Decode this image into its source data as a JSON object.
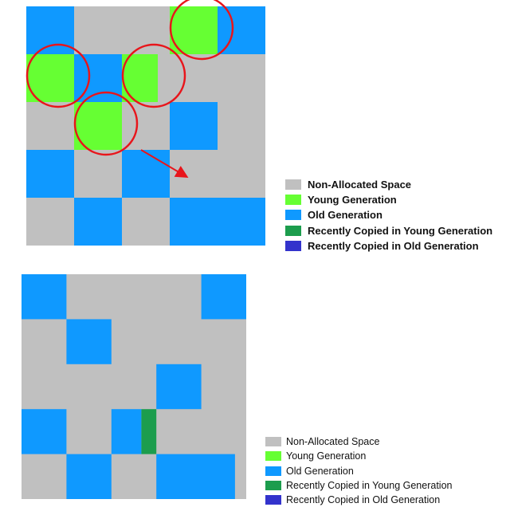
{
  "colors": {
    "non_allocated": "#c0c0c0",
    "young": "#66ff33",
    "old": "#0f99ff",
    "copied_young": "#1c9d4d",
    "copied_old": "#3333cc",
    "highlight": "#e8151b"
  },
  "legend": [
    {
      "key": "non_allocated",
      "label": "Non-Allocated Space"
    },
    {
      "key": "young",
      "label": "Young Generation"
    },
    {
      "key": "old",
      "label": "Old Generation"
    },
    {
      "key": "copied_young",
      "label": "Recently Copied in Young Generation"
    },
    {
      "key": "copied_old",
      "label": "Recently Copied in Old Generation"
    }
  ],
  "top_diagram": {
    "grid_columns": 5,
    "grid_rows": 5,
    "blocks": [
      {
        "type": "old",
        "col": 0,
        "row": 0
      },
      {
        "type": "young",
        "col": 3,
        "row": 0
      },
      {
        "type": "old",
        "col": 4,
        "row": 0
      },
      {
        "type": "young",
        "col": 0,
        "row": 1
      },
      {
        "type": "old",
        "col": 1,
        "row": 1
      },
      {
        "type": "young",
        "col": 2,
        "row": 1,
        "partial": "left-three-quarters"
      },
      {
        "type": "young",
        "col": 1,
        "row": 2
      },
      {
        "type": "old",
        "col": 3,
        "row": 2
      },
      {
        "type": "old",
        "col": 0,
        "row": 3
      },
      {
        "type": "old",
        "col": 2,
        "row": 3
      },
      {
        "type": "old",
        "col": 1,
        "row": 4
      },
      {
        "type": "old",
        "col": 3,
        "row": 4,
        "span_cols": 2
      }
    ],
    "highlighted_blocks": [
      {
        "col": 3,
        "row": 0
      },
      {
        "col": 0,
        "row": 1
      },
      {
        "col": 2,
        "row": 1
      },
      {
        "col": 1,
        "row": 2
      }
    ],
    "arrow": {
      "from_block": {
        "col": 2,
        "row": 1
      },
      "to_cell": {
        "col": 3,
        "row": 3
      }
    }
  },
  "bottom_diagram": {
    "grid_columns": 5,
    "grid_rows": 5,
    "blocks": [
      {
        "type": "old",
        "col": 0,
        "row": 0
      },
      {
        "type": "old",
        "col": 4,
        "row": 0
      },
      {
        "type": "old",
        "col": 1,
        "row": 1
      },
      {
        "type": "old",
        "col": 3,
        "row": 2
      },
      {
        "type": "old",
        "col": 0,
        "row": 3
      },
      {
        "type": "old",
        "col": 2,
        "row": 3,
        "partial": "left-two-thirds"
      },
      {
        "type": "copied_young",
        "col": 2,
        "row": 3,
        "partial": "right-third"
      },
      {
        "type": "old",
        "col": 1,
        "row": 4
      },
      {
        "type": "old",
        "col": 3,
        "row": 4,
        "span_cols": 2,
        "partial": "minus-right-quarter"
      }
    ]
  }
}
